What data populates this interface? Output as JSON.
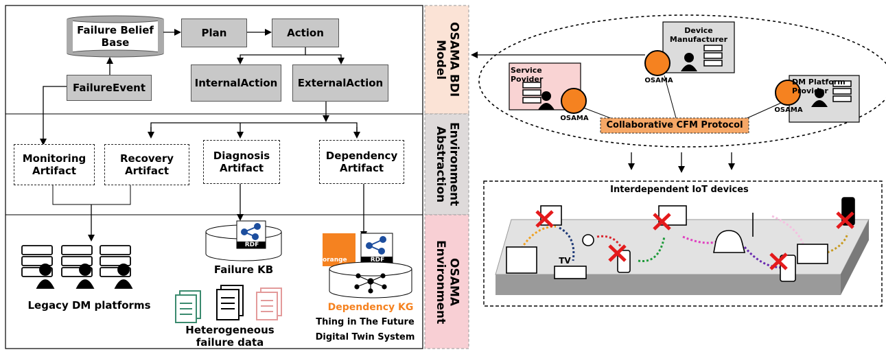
{
  "bdi": {
    "failure_belief_base": "Failure Belief Base",
    "plan": "Plan",
    "action": "Action",
    "internal_action": "InternalAction",
    "external_action": "ExternalAction",
    "failure_event": "FailureEvent"
  },
  "artifacts": {
    "monitoring": "Monitoring Artifact",
    "recovery": "Recovery Artifact",
    "diagnosis": "Diagnosis Artifact",
    "dependency": "Dependency Artifact"
  },
  "environment": {
    "legacy": "Legacy DM platforms",
    "failure_kb": "Failure KB",
    "hetero": "Heterogeneous failure data",
    "orange_logo": "orange",
    "rdf": "RDF",
    "dependency_kg": "Dependency KG",
    "thing_future": "Thing in The Future",
    "digital_twin": "Digital Twin System"
  },
  "side_labels": {
    "bdi_model": "OSAMA BDI Model",
    "env_abstraction": "Environment Abstraction",
    "osama_env": "OSAMA Environment"
  },
  "right": {
    "service_provider": "Service Povider",
    "device_manufacturer": "Device Manufacturer",
    "dm_platform": "DM Platform Provider",
    "osama": "OSAMA",
    "protocol": "Collaborative CFM Protocol",
    "iot_title": "Interdependent IoT devices",
    "tv": "TV"
  },
  "colors": {
    "gray_box": "#c8c8c8",
    "side_bdi": "#fbe3d6",
    "side_env_abs": "#dedada",
    "side_env": "#f8cfd4",
    "service_box": "#f9d3d3",
    "orange": "#f58220",
    "protocol": "#f6a766",
    "dependency_kg": "#f58220"
  }
}
